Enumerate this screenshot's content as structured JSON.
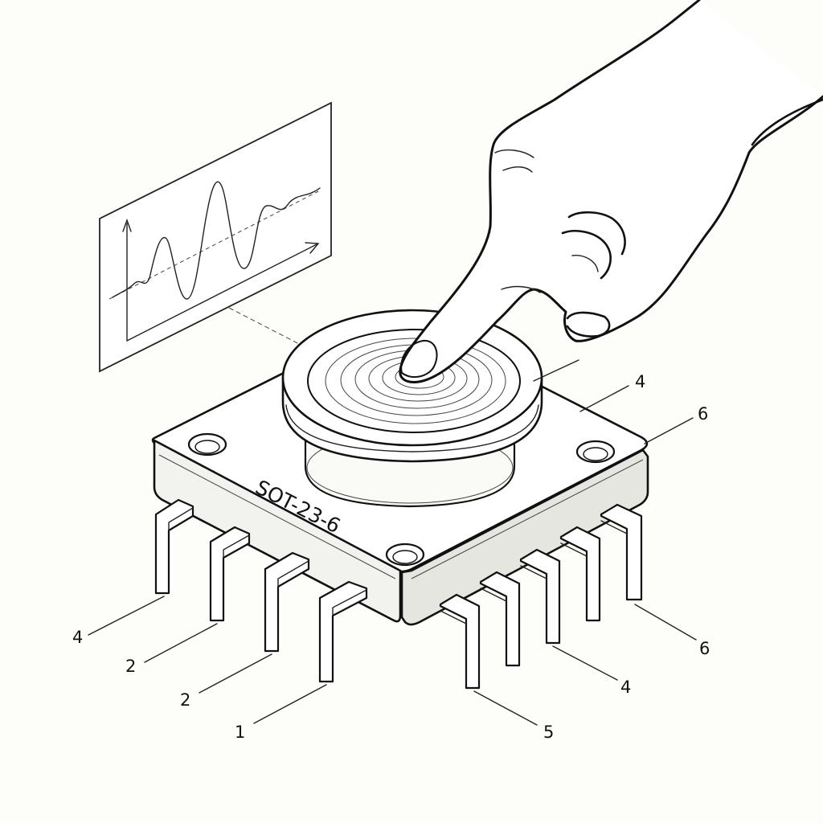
{
  "package_marking": "SOT-23-6",
  "pin_labels": {
    "left_1": "4",
    "left_2": "2",
    "left_3": "2",
    "left_4": "1",
    "right_1": "5",
    "right_2": "4",
    "right_3": "6",
    "top_1": "4",
    "top_2": "6"
  },
  "icons": {
    "hand": "pointing-hand-icon",
    "waveform": "waveform-graph-icon",
    "sensor": "touch-sensor-pad-icon"
  }
}
